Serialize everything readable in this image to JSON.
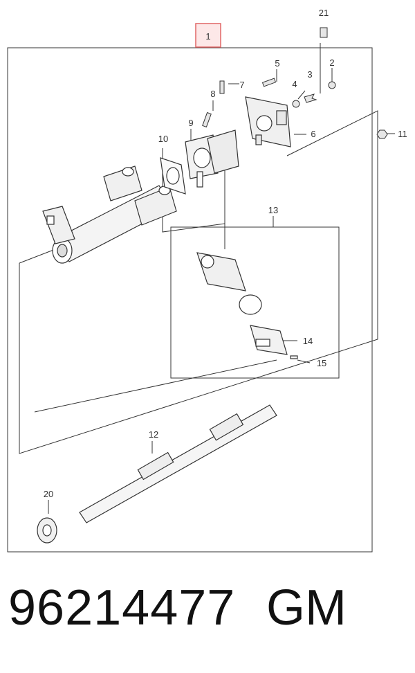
{
  "diagram": {
    "assembly_label": "1",
    "callouts": {
      "c2": "2",
      "c3": "3",
      "c4": "4",
      "c5": "5",
      "c6": "6",
      "c7": "7",
      "c8": "8",
      "c9": "9",
      "c10": "10",
      "c11": "11",
      "c12": "12",
      "c13": "13",
      "c14": "14",
      "c15": "15",
      "c20": "20",
      "c21": "21"
    },
    "colors": {
      "line": "#333333",
      "highlight": "#e06666",
      "highlight_fill": "#fde8e8"
    }
  },
  "footer": {
    "part_number": "96214477",
    "brand": "GM"
  }
}
